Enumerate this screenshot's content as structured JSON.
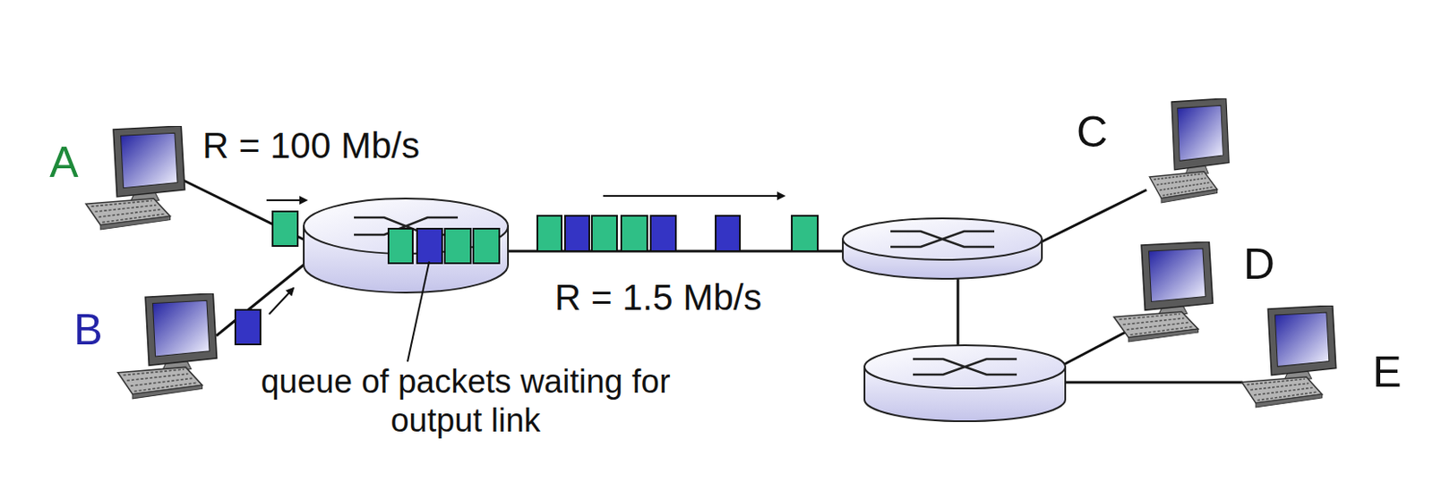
{
  "diagram": {
    "nodes": [
      {
        "text": [
          "A"
        ]
      },
      {
        "text": [
          "B"
        ]
      },
      {
        "text": [
          "C"
        ]
      },
      {
        "text": [
          "D"
        ]
      },
      {
        "text": [
          "E"
        ]
      }
    ],
    "labels": [
      "R = 100 Mb/s",
      "R = 1.5 Mb/s",
      "queue of packets waiting for output link"
    ]
  }
}
